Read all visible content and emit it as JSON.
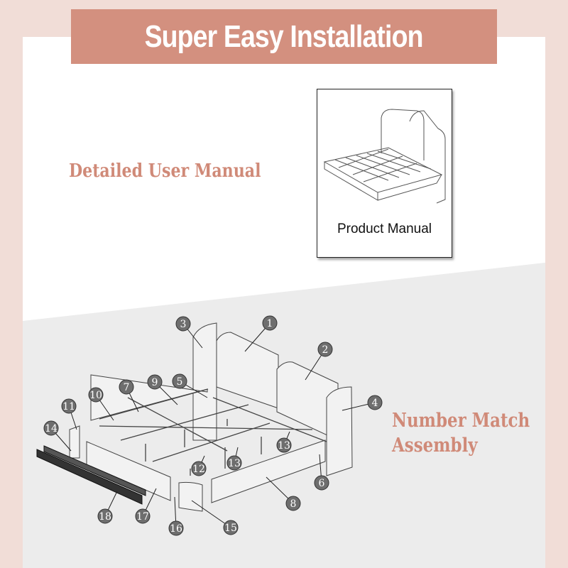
{
  "header": {
    "title": "Super Easy Installation"
  },
  "left_heading": "Detailed User Manual",
  "manual_card": {
    "label": "Product Manual"
  },
  "assembly_heading": {
    "line1": "Number Match",
    "line2": "Assembly"
  },
  "callouts": [
    "3",
    "1",
    "2",
    "4",
    "5",
    "9",
    "7",
    "10",
    "11",
    "14",
    "13",
    "13",
    "12",
    "6",
    "8",
    "18",
    "17",
    "16",
    "15"
  ],
  "colors": {
    "accent": "#d3907f",
    "text_accent": "#d08a78",
    "border": "#f1ddd7",
    "diagram_bg": "#ececec"
  }
}
